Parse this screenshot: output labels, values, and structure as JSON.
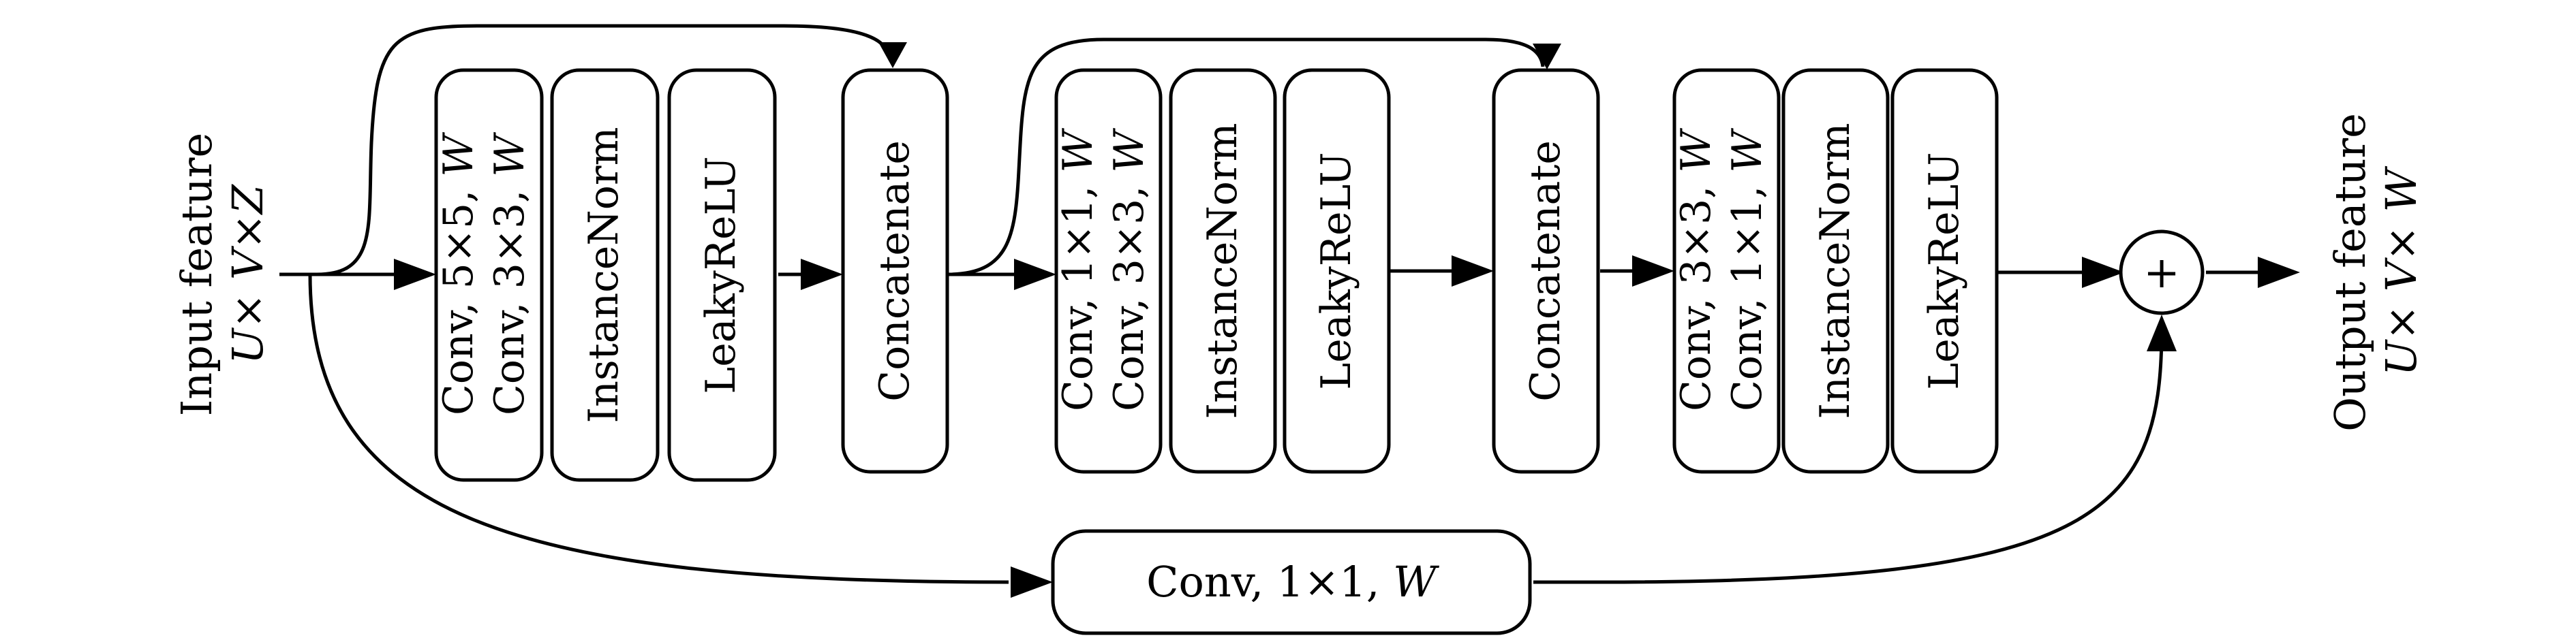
{
  "input": {
    "line1": "Input feature",
    "dims": {
      "u": "U",
      "v": "V",
      "z": "Z",
      "times": "×"
    }
  },
  "output": {
    "line1": "Output feature",
    "dims": {
      "u": "U",
      "v": "V",
      "w": "W",
      "times": "×"
    }
  },
  "block1": {
    "conv_a": {
      "text": "Conv, 5×5, ",
      "var": "W"
    },
    "conv_b": {
      "text": "Conv, 3×3, ",
      "var": "W"
    },
    "norm": "InstanceNorm",
    "act": "LeakyReLU"
  },
  "concat1": "Concatenate",
  "block2": {
    "conv_a": {
      "text": "Conv, 1×1, ",
      "var": "W"
    },
    "conv_b": {
      "text": "Conv, 3×3, ",
      "var": "W"
    },
    "norm": "InstanceNorm",
    "act": "LeakyReLU"
  },
  "concat2": "Concatenate",
  "block3": {
    "conv_a": {
      "text": "Conv, 3×3, ",
      "var": "W"
    },
    "conv_b": {
      "text": "Conv, 1×1, ",
      "var": "W"
    },
    "norm": "InstanceNorm",
    "act": "LeakyReLU"
  },
  "shortcut": {
    "text": "Conv, 1×1, ",
    "var": "W"
  },
  "sum_symbol": "+"
}
